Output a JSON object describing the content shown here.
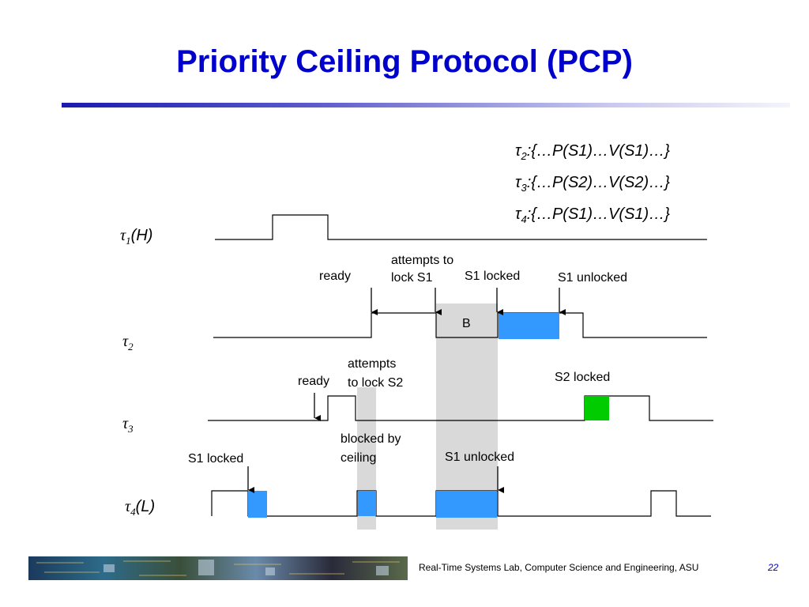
{
  "title": "Priority Ceiling Protocol (PCP)",
  "task_specs": [
    {
      "task": "τ",
      "sub": "2",
      "spec": ":{…P(S1)…V(S1)…}"
    },
    {
      "task": "τ",
      "sub": "3",
      "spec": ":{…P(S2)…V(S2)…}"
    },
    {
      "task": "τ",
      "sub": "4",
      "spec": ":{…P(S1)…V(S1)…}"
    }
  ],
  "task_labels": {
    "t1": {
      "sym": "τ",
      "sub": "1",
      "suffix": "(H)"
    },
    "t2": {
      "sym": "τ",
      "sub": "2",
      "suffix": ""
    },
    "t3": {
      "sym": "τ",
      "sub": "3",
      "suffix": ""
    },
    "t4": {
      "sym": "τ",
      "sub": "4",
      "suffix": "(L)"
    }
  },
  "annotations": {
    "t2_ready": "ready",
    "t2_attempts_line1": "attempts to",
    "t2_attempts_line2": "lock S1",
    "t2_s1_locked": "S1 locked",
    "t2_s1_unlocked": "S1 unlocked",
    "blocked_label": "B",
    "t3_ready": "ready",
    "t3_attempts_line1": "attempts",
    "t3_attempts_line2": "to lock S2",
    "t3_s2_locked": "S2 locked",
    "blocked_ceiling_line1": "blocked by",
    "blocked_ceiling_line2": "ceiling",
    "t4_s1_locked": "S1 locked",
    "t4_s1_unlocked": "S1 unlocked"
  },
  "colors": {
    "title": "#0000cc",
    "s1_locked_fill": "#3399ff",
    "s2_locked_fill": "#00cc00",
    "shade": "#d9d9d9"
  },
  "footer": {
    "credit": "Real-Time Systems Lab, Computer Science and Engineering, ASU",
    "page": "22"
  }
}
